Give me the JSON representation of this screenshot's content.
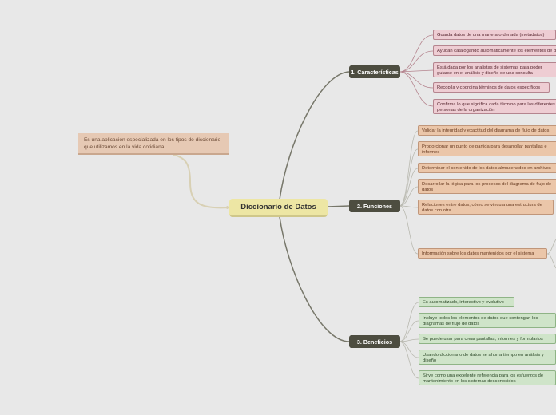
{
  "root": {
    "label": "Diccionario de Datos"
  },
  "note": {
    "text": "Es una aplicación especializada en los tipos de diccionario que utilizamos en la vida cotidiana"
  },
  "branches": [
    {
      "label": "1. Características",
      "color": "#eecdd3",
      "items": [
        "Guarda datos de una manera ordenada (metadatos)",
        "Ayudan catalogando automáticamente los elementos de datos",
        "Está dada por los analistas de sistemas para poder guiarse en el análisis y diseño de una consulta",
        "Recopila y coordina términos de datos específicos",
        "Confirma lo que significa cada término para las diferentes personas de la organización"
      ]
    },
    {
      "label": "2. Funciones",
      "color": "#ebc6a9",
      "items": [
        "Validar la integridad y exactitud del diagrama de flujo de datos",
        "Proporcionar un punto de partida para desarrollar pantallas e informes",
        "Determinar el contenido de los datos almacenados en archivos",
        "Desarrollar la lógica para los procesos del diagrama de flujo de datos",
        "Relaciones entre datos, cómo se vincula una estructura de datos con otra",
        "Información sobre los datos mantenidos por el sistema"
      ]
    },
    {
      "label": "3. Beneficios",
      "color": "#cfe4c9",
      "items": [
        "Es automatizado, interactivo y evolutivo",
        "Incluye todos los elementos de datos que contengan los diagramas de flujo de datos",
        "Se puede usar para crear pantallas, informes y formularios",
        "Usando diccionario de datos se ahorra tiempo en análisis y diseño",
        "Sirve como una excelente referencia para los esfuerzos de mantenimiento en los sistemas desconocidos"
      ]
    }
  ]
}
